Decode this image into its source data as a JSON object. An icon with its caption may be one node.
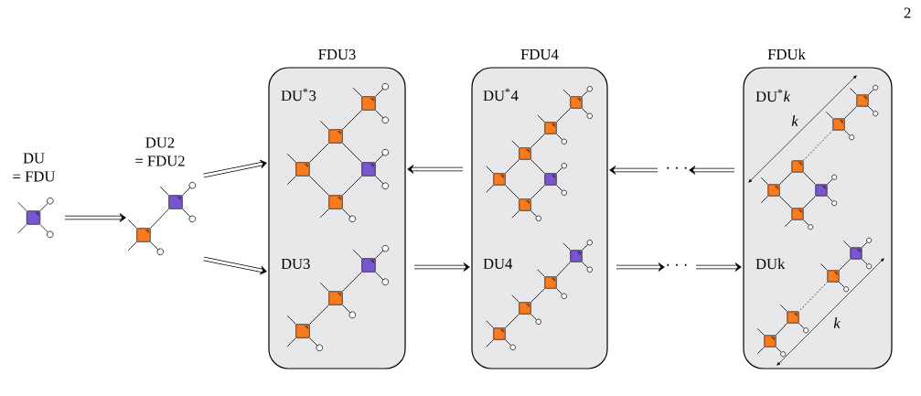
{
  "diagram": {
    "nodes": [
      {
        "text": [
          "DU = FDU"
        ]
      },
      {
        "text": [
          "DU2 = FDU2"
        ]
      },
      {
        "text": [
          "FDU3",
          "DU$^{*}$3",
          "DU3"
        ]
      },
      {
        "text": [
          "FDU4",
          "DU$^{*}$4",
          "DU4"
        ]
      },
      {
        "text": [
          "· · ·"
        ]
      },
      {
        "text": [
          "· · ·"
        ]
      },
      {
        "text": [
          "FDUk",
          "DU$^{*}$*k*",
          "DUk"
        ]
      }
    ],
    "edges": [
      {
        "from": 0,
        "to": 1,
        "arrow": "to"
      },
      {
        "from": 1,
        "to": 2,
        "arrow": "to"
      },
      {
        "from": 1,
        "to": 2,
        "arrow": "to"
      },
      {
        "from": 3,
        "to": 2,
        "arrow": "to"
      },
      {
        "from": 2,
        "to": 3,
        "arrow": "to"
      },
      {
        "from": 4,
        "to": 3,
        "arrow": "to"
      },
      {
        "from": 6,
        "to": 4,
        "arrow": "to"
      },
      {
        "from": 3,
        "to": 5,
        "arrow": "to"
      },
      {
        "from": 5,
        "to": 6,
        "arrow": "to"
      }
    ],
    "labels": [
      "2",
      "k",
      "k"
    ]
  }
}
